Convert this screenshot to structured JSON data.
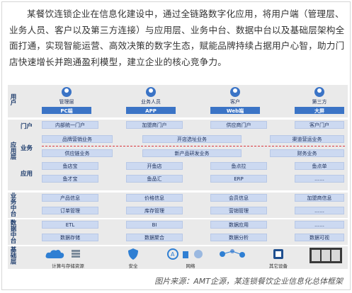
{
  "intro": "某餐饮连锁企业在信息化建设中，通过全链路数字化应用，将用户端（管理层、业务人员、客户以及第三方连接）与应用层、业务中台、数据中台以及基础层架构全面打通，实现智能运营、高效决策的数字生态，赋能品牌持续占据用户心智，助力门店快速增长并跑通盈利模型，建立企业的核心竞争力。",
  "caption": "图片来源：AMT企源，某连锁餐饮企业信息化总体框架",
  "layers": {
    "user": "用户",
    "app": "应用层",
    "biz_mid": "业务中台",
    "data_mid": "数据中台",
    "infra": "基础层"
  },
  "sub_labels": {
    "portal": "门户",
    "business": "业务",
    "application": "应用"
  },
  "users": [
    {
      "role": "管理层",
      "channel": "PC端"
    },
    {
      "role": "业务人员",
      "channel": "APP"
    },
    {
      "role": "客户",
      "channel": "Web端"
    },
    {
      "role": "第三方",
      "channel": "大屏"
    }
  ],
  "portal_items": [
    "内部统一门户",
    "加盟商门户",
    "供应商门户",
    "客户门户"
  ],
  "business_row1": [
    "品牌营销业务",
    "开店选址业务",
    "渠道营运业务"
  ],
  "business_row2": [
    "供应链业务",
    "新产品研发业务",
    "财务业务"
  ],
  "application_row1": [
    "鱼店宝",
    "开鱼店",
    "鱼点拉",
    "鱼点单"
  ],
  "application_row2": [
    "鱼才宝",
    "鱼品汇",
    "ERP",
    "……"
  ],
  "biz_mid_row1": [
    "产品信息",
    "价格信息",
    "会员信息",
    "加盟商信息"
  ],
  "biz_mid_row2": [
    "订单管理",
    "库存管理",
    "营销管理",
    "……"
  ],
  "data_mid_row1": [
    "ETL",
    "BI",
    "数据应用",
    "……"
  ],
  "data_mid_row2": [
    "数据存储",
    "数据聚合",
    "数据分析",
    "数据可视"
  ],
  "infra_items": [
    "计算与存储资源",
    "安全",
    "网络",
    "其它设备"
  ]
}
